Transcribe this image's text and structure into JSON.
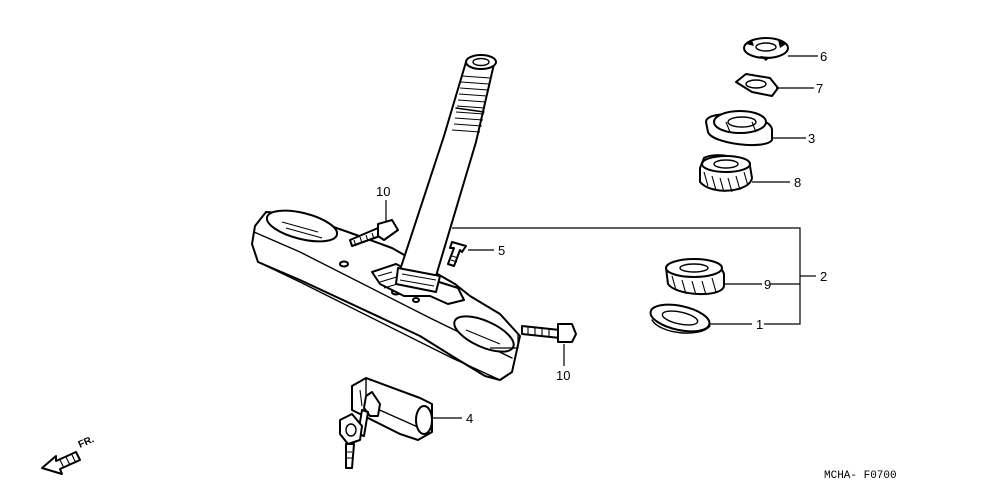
{
  "callouts": {
    "c1": "1",
    "c2": "2",
    "c3": "3",
    "c4": "4",
    "c5": "5",
    "c6": "6",
    "c7": "7",
    "c8": "8",
    "c9": "9",
    "c10a": "10",
    "c10b": "10"
  },
  "direction_label": "FR.",
  "diagram_code": "MCHA- F0700"
}
